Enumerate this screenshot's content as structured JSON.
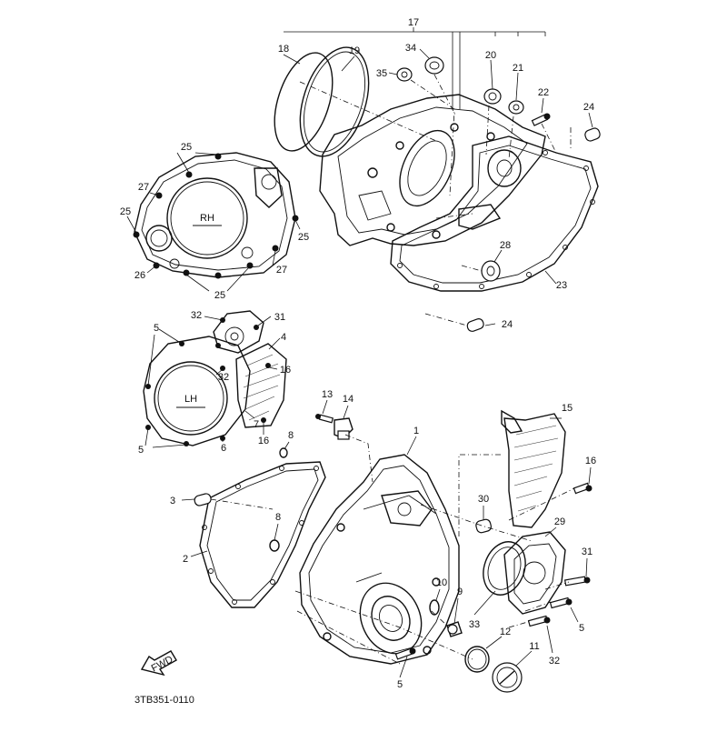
{
  "diagram": {
    "callouts": [
      "1",
      "2",
      "3",
      "4",
      "5",
      "6",
      "7",
      "8",
      "9",
      "10",
      "11",
      "12",
      "13",
      "14",
      "15",
      "16",
      "17",
      "18",
      "19",
      "20",
      "21",
      "22",
      "23",
      "24",
      "25",
      "26",
      "27",
      "28",
      "29",
      "30",
      "31",
      "32",
      "33",
      "34",
      "35"
    ],
    "cover_labels": {
      "right_cover": "RH",
      "left_cover": "LH"
    },
    "direction_arrow": "FWD",
    "drawing_code": "3TB351-0110"
  }
}
